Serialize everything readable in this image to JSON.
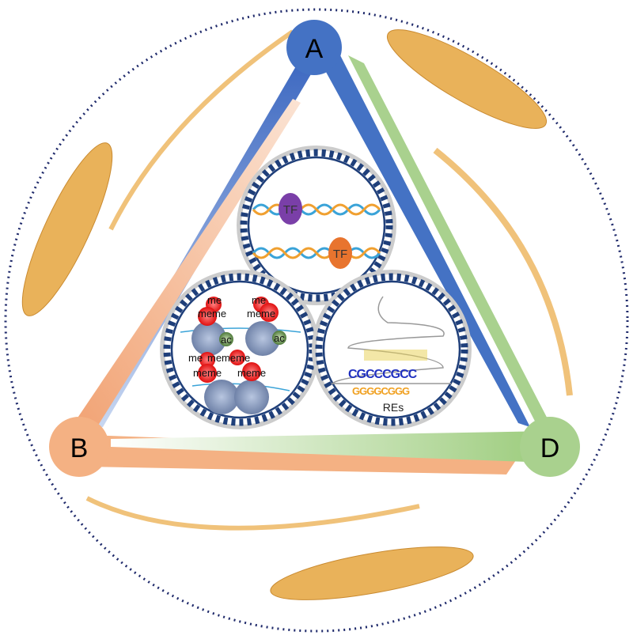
{
  "nodes": {
    "a": "A",
    "b": "B",
    "d": "D"
  },
  "tf_panel": {
    "tf1": "TF",
    "tf2": "TF"
  },
  "chromatin_panel": {
    "marks": [
      "me",
      "meme",
      "ac",
      "me",
      "meme",
      "ac",
      "me",
      "mememe",
      "meme",
      "meme"
    ]
  },
  "re_panel": {
    "label": "REs",
    "seq1": "CGCCCGCC",
    "seq2": "GGGGCGGG"
  },
  "colors": {
    "a": "#4472c4",
    "b": "#f4b183",
    "d": "#a9d18e",
    "gear": "#1f3f7a",
    "wheat": "#e8a84a"
  }
}
